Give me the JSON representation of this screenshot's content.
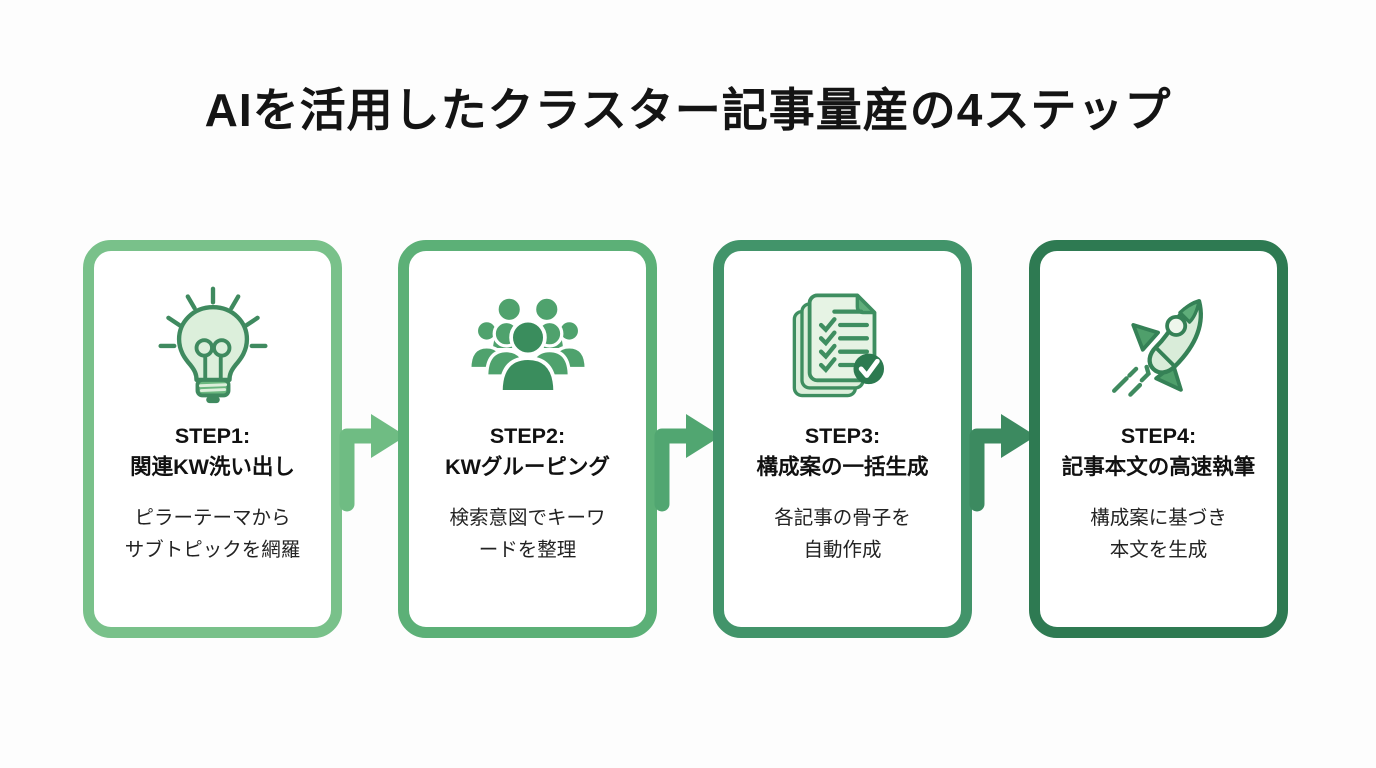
{
  "title": "AIを活用したクラスター記事量産の4ステップ",
  "palette": {
    "background": "#fdfdfd",
    "title_color": "#141414",
    "heading_color": "#111111",
    "description_color": "#232323",
    "step_border_colors": [
      "#79c18a",
      "#5cb077",
      "#42946a",
      "#2e7a52"
    ],
    "arrow_colors": [
      "#6fbc83",
      "#51a671",
      "#3c8a60"
    ]
  },
  "steps": [
    {
      "icon": "lightbulb-icon",
      "label": "STEP1:",
      "heading": "関連KW洗い出し",
      "description": "ピラーテーマから\nサブトピックを網羅",
      "border_color": "#79c18a"
    },
    {
      "icon": "people-group-icon",
      "label": "STEP2:",
      "heading": "KWグルーピング",
      "description": "検索意図でキーワ\nードを整理",
      "border_color": "#5cb077"
    },
    {
      "icon": "documents-check-icon",
      "label": "STEP3:",
      "heading": "構成案の一括生成",
      "description": "各記事の骨子を\n自動作成",
      "border_color": "#42946a"
    },
    {
      "icon": "rocket-icon",
      "label": "STEP4:",
      "heading": "記事本文の高速執筆",
      "description": "構成案に基づき\n本文を生成",
      "border_color": "#2e7a52"
    }
  ],
  "arrows": [
    {
      "direction": "right",
      "color": "#6fbc83"
    },
    {
      "direction": "right",
      "color": "#51a671"
    },
    {
      "direction": "right",
      "color": "#3c8a60"
    }
  ]
}
